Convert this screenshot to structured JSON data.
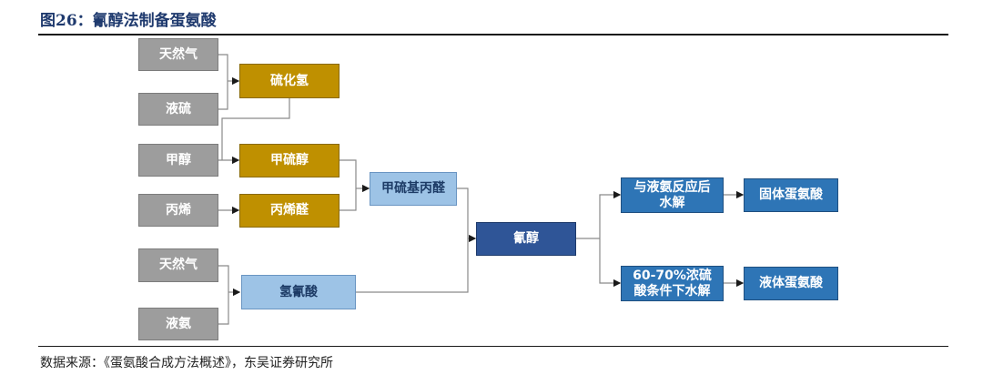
{
  "title": "图26：氰醇法制备蛋氨酸",
  "source": "数据来源：《蛋氨酸合成方法概述》，东吴证券研究所",
  "nodes": {
    "natural_gas_1": "天然气",
    "liquid_sulfur": "液硫",
    "methanol": "甲醇",
    "propylene": "丙烯",
    "natural_gas_2": "天然气",
    "liquid_ammonia": "液氨",
    "hydrogen_sulfide": "硫化氢",
    "methyl_mercaptan": "甲硫醇",
    "acrolein": "丙烯醛",
    "hydrogen_cyanide": "氢氰酸",
    "methylthio_propanal": "甲硫基丙醛",
    "cyanohydrin": "氰醇",
    "ammonia_hydrolysis": [
      "与液氨反应后",
      "水解"
    ],
    "acid_hydrolysis": [
      "60-70%浓硫",
      "酸条件下水解"
    ],
    "solid_methionine": "固体蛋氨酸",
    "liquid_methionine": "液体蛋氨酸"
  },
  "colors": {
    "raw_material": "#9d9d9d",
    "intermediate": "#bf9000",
    "light_intermediate": "#9dc3e6",
    "process": "#2e75b6",
    "key_intermediate": "#2f5597"
  }
}
